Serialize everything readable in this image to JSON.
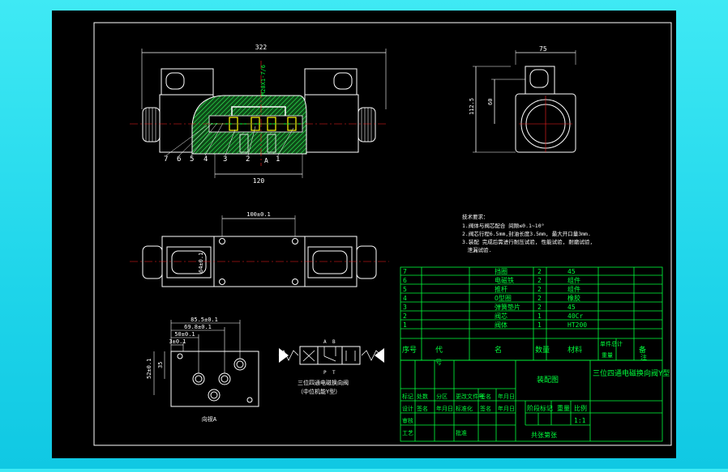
{
  "dimensions": {
    "overall_length": "322",
    "pipe_thread": "M20X1-7/6",
    "center_distance": "120",
    "side_width": "75",
    "side_height": "112.5",
    "side_inner_height": "60",
    "bolt_spacing": "100±0.1",
    "plan_height": "64±0.1",
    "port_85": "85.5±0.1",
    "port_69": "69.8±0.1",
    "port_50": "50±0.1",
    "port_3": "3±0.1",
    "port_v1": "52±0.1",
    "port_v2": "35"
  },
  "callouts": [
    "7",
    "6",
    "5",
    "4",
    "3",
    "2",
    "1"
  ],
  "port_labels": {
    "a": "A",
    "b": "B",
    "p": "P",
    "t": "T",
    "port_a": "A"
  },
  "symbol": {
    "caption": "三位四通电磁换向阀",
    "subcaption": "（中位机能Y型）"
  },
  "view_label": "向视A",
  "notes": {
    "title": "技术要求：",
    "lines": [
      "1.阀体与阀芯配合 间隙≤0.1~10°",
      "2.阀芯行程6.5mm,封油长度3.5mm, 最大开口量3mm.",
      "3.装配 完成后需进行耐压试验, 性能试验, 耐磨试验,",
      "　泄漏试验."
    ]
  },
  "bom": {
    "rows": [
      {
        "no": "7",
        "name": "挡圈",
        "qty": "2",
        "material": "45"
      },
      {
        "no": "6",
        "name": "电磁铁",
        "qty": "2",
        "material": "组件"
      },
      {
        "no": "5",
        "name": "推杆",
        "qty": "2",
        "material": "组件"
      },
      {
        "no": "4",
        "name": "O型圈",
        "qty": "2",
        "material": "橡胶"
      },
      {
        "no": "3",
        "name": "弹簧垫片",
        "qty": "2",
        "material": "45"
      },
      {
        "no": "2",
        "name": "阀芯",
        "qty": "1",
        "material": "40Cr"
      },
      {
        "no": "1",
        "name": "阀体",
        "qty": "1",
        "material": "HT200"
      }
    ],
    "header": {
      "no": "序号",
      "code": "代",
      "name": "名",
      "qty": "数量",
      "material": "材料",
      "remark": "单件总计",
      "extra": "备"
    },
    "sub_header": {
      "code2": "号",
      "weight": "重量",
      "note": "注"
    }
  },
  "title_block": {
    "drawing_name": "装配图",
    "title": "三位四通电磁换向阀Y型",
    "stage": "阶段标记",
    "weight": "重量",
    "ratio": "比例",
    "sheet": "共张第张",
    "row1": [
      "标记",
      "处数",
      "分区",
      "更改文件号",
      "签名",
      "年月日"
    ],
    "row2": [
      "设计",
      "签名",
      "年月日",
      "标准化",
      "签名",
      "年月日"
    ],
    "row3": [
      "审核",
      "",
      "",
      "",
      "",
      ""
    ],
    "row4": [
      "工艺",
      "",
      "",
      "批准",
      "",
      ""
    ],
    "scale_val": "1:1"
  },
  "colors": {
    "frame": "#ffffff",
    "outline": "#ffffff",
    "green": "#00ff3c",
    "red": "#ff2020",
    "yellow": "#ffff00",
    "cyan": "#18e0ee",
    "hatch_fill": "#1d6a2a"
  }
}
